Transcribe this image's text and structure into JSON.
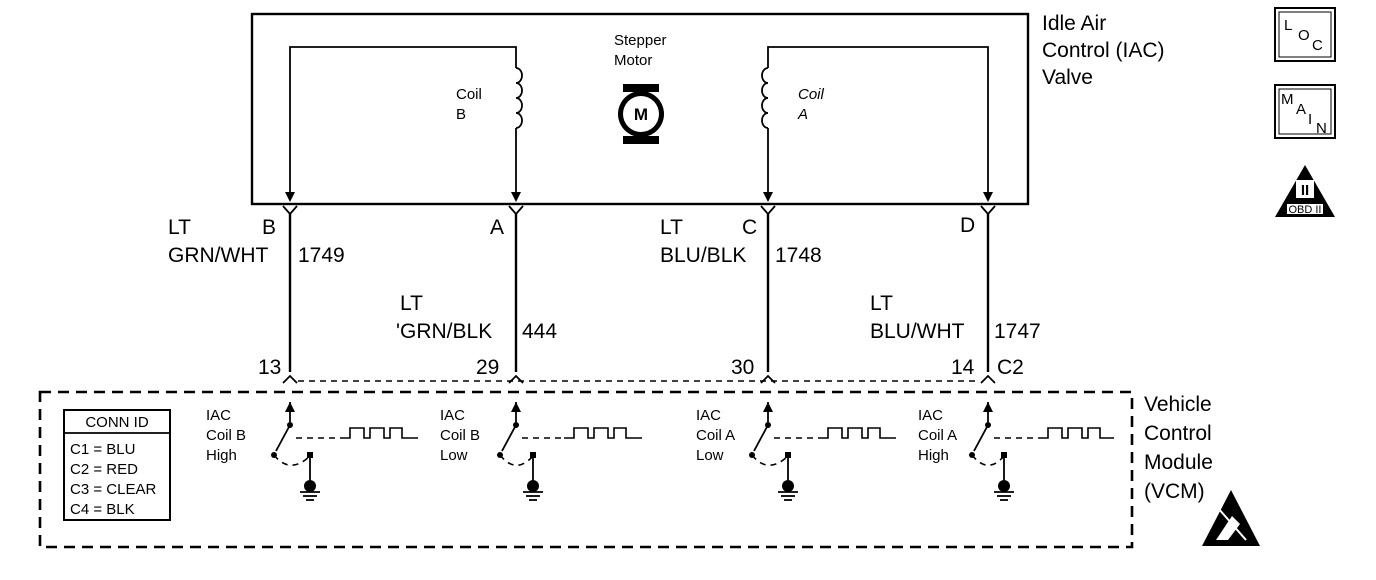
{
  "iac_valve": {
    "title_line1": "Idle Air",
    "title_line2": "Control (IAC)",
    "title_line3": "Valve",
    "motor_label_line1": "Stepper",
    "motor_label_line2": "Motor",
    "motor_symbol": "M",
    "coil_b_line1": "Coil",
    "coil_b_line2": "B",
    "coil_a_line1": "Coil",
    "coil_a_line2": "A"
  },
  "icons": {
    "loc_letters": [
      "L",
      "O",
      "C"
    ],
    "main_letters": [
      "M",
      "A",
      "I",
      "N"
    ],
    "obd_roman": "II",
    "obd_text": "OBD II"
  },
  "wires": [
    {
      "pin": "B",
      "color_line1": "LT",
      "color_line2": "GRN/WHT",
      "circuit": "1749",
      "vcm_pin": "13"
    },
    {
      "pin": "A",
      "color_line1": "LT",
      "color_line2": "'GRN/BLK",
      "circuit": "444",
      "vcm_pin": "29"
    },
    {
      "pin": "C",
      "color_line1": "LT",
      "color_line2": "BLU/BLK",
      "circuit": "1748",
      "vcm_pin": "30"
    },
    {
      "pin": "D",
      "color_line1": "LT",
      "color_line2": "BLU/WHT",
      "circuit": "1747",
      "vcm_pin": "14"
    }
  ],
  "vcm_connector": "C2",
  "vcm": {
    "title_line1": "Vehicle",
    "title_line2": "Control",
    "title_line3": "Module",
    "title_line4": "(VCM)",
    "drivers": [
      {
        "line1": "IAC",
        "line2": "Coil B",
        "line3": "High"
      },
      {
        "line1": "IAC",
        "line2": "Coil B",
        "line3": "Low"
      },
      {
        "line1": "IAC",
        "line2": "Coil A",
        "line3": "Low"
      },
      {
        "line1": "IAC",
        "line2": "Coil A",
        "line3": "High"
      }
    ]
  },
  "conn_id": {
    "header": "CONN ID",
    "rows": [
      "C1 = BLU",
      "C2 = RED",
      "C3 = CLEAR",
      "C4 = BLK"
    ]
  }
}
